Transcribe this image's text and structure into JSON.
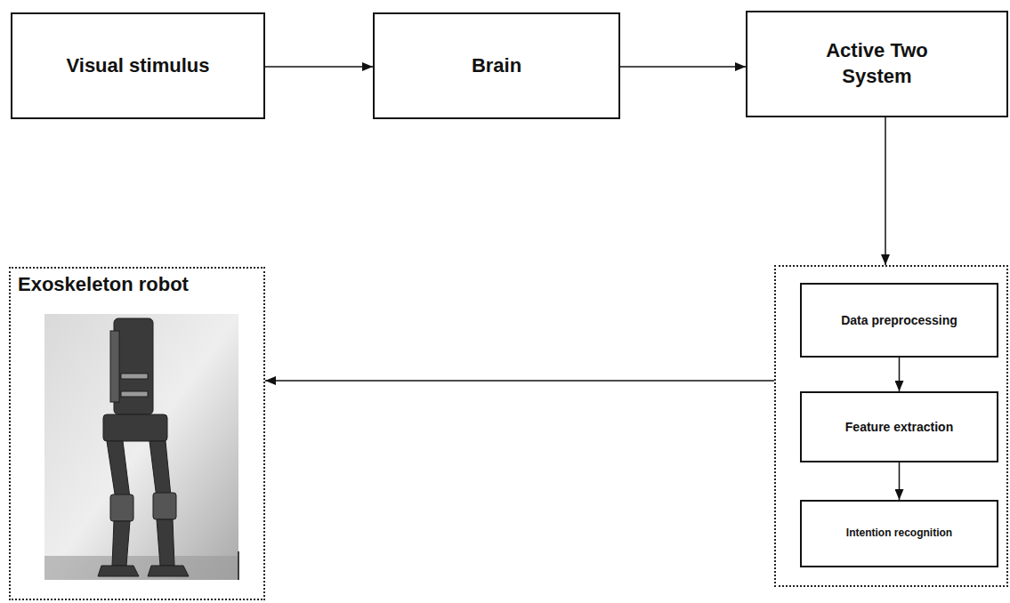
{
  "diagram": {
    "nodes": [
      {
        "text": [
          "Visual stimulus"
        ]
      },
      {
        "text": [
          "Brain"
        ]
      },
      {
        "text": [
          "Active Two System"
        ]
      },
      {
        "text": [
          "Exoskeleton robot"
        ]
      },
      {
        "text": []
      },
      {
        "text": [
          "Data preprocessing"
        ],
        "in": 4
      },
      {
        "text": [
          "Feature extraction"
        ],
        "in": 4
      },
      {
        "text": [
          "Intention recognition"
        ],
        "in": 4
      }
    ],
    "edges": [
      {
        "from": 0,
        "to": 1,
        "arrow": "to"
      },
      {
        "from": 1,
        "to": 2,
        "arrow": "to"
      },
      {
        "from": 2,
        "to": 4,
        "arrow": "to"
      },
      {
        "from": 4,
        "to": 3,
        "arrow": "to"
      },
      {
        "from": 5,
        "to": 6,
        "arrow": "to"
      },
      {
        "from": 6,
        "to": 7,
        "arrow": "to"
      }
    ]
  }
}
